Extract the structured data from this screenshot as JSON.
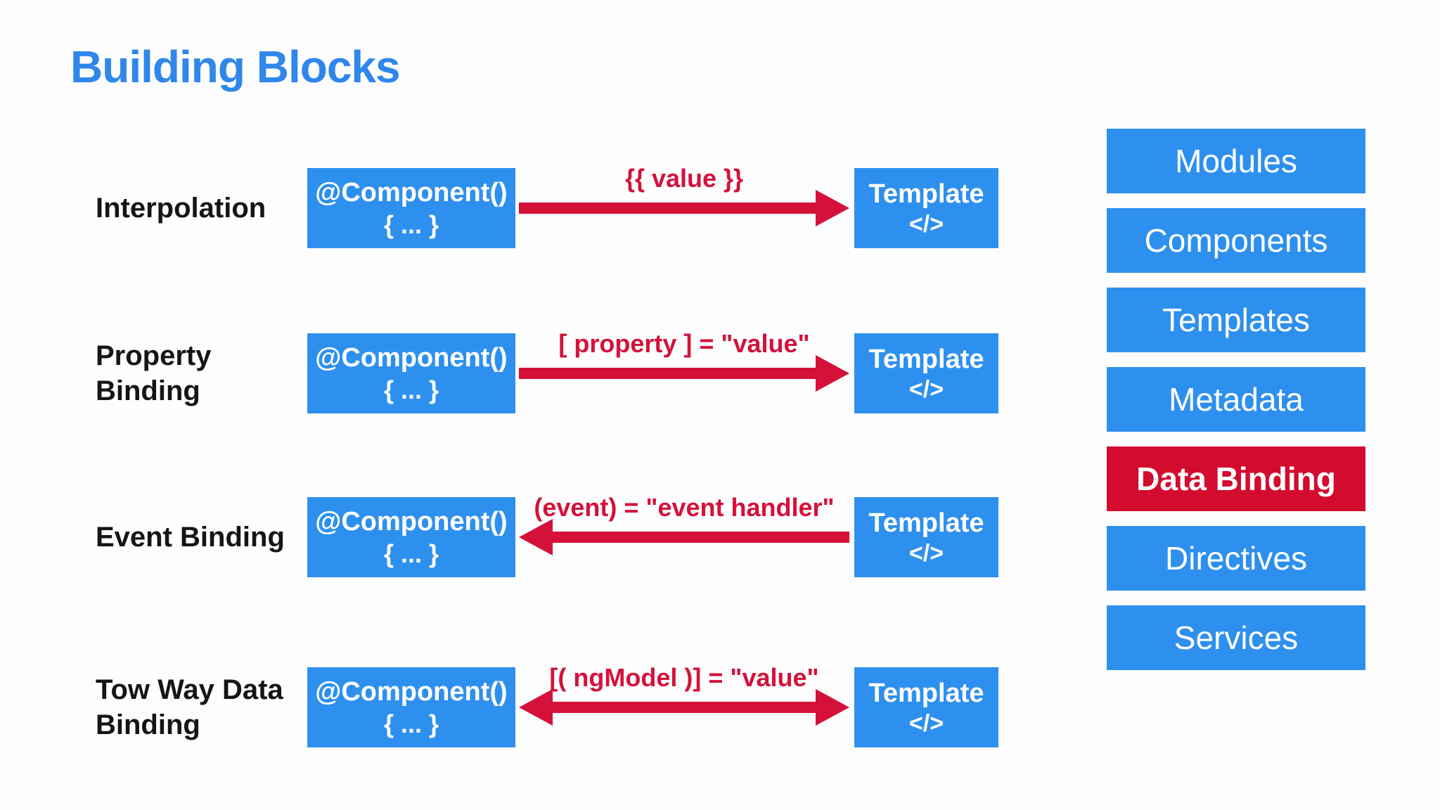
{
  "page_title": "Building Blocks",
  "colors": {
    "box_blue": "#2E90EE",
    "title_blue": "#2F86EB",
    "accent_red": "#D5113A",
    "active_item_red": "#D30B2E",
    "label_black": "#151515",
    "background": "#FDFDFD"
  },
  "rows": [
    {
      "label": "Interpolation",
      "component_title": "@Component()",
      "component_body": "{ ... }",
      "arrow_label": "{{ value }}",
      "arrow_direction": "right",
      "template_title": "Template",
      "template_code": "</>"
    },
    {
      "label": "Property\nBinding",
      "component_title": "@Component()",
      "component_body": "{ ... }",
      "arrow_label": "[ property ] = \"value\"",
      "arrow_direction": "right",
      "template_title": "Template",
      "template_code": "</>"
    },
    {
      "label": "Event Binding",
      "component_title": "@Component()",
      "component_body": "{ ... }",
      "arrow_label": "(event) = \"event handler\"",
      "arrow_direction": "left",
      "template_title": "Template",
      "template_code": "</>"
    },
    {
      "label": "Tow Way Data\nBinding",
      "component_title": "@Component()",
      "component_body": "{ ... }",
      "arrow_label": "[( ngModel )] = \"value\"",
      "arrow_direction": "both",
      "template_title": "Template",
      "template_code": "</>"
    }
  ],
  "sidebar": {
    "items": [
      {
        "label": "Modules",
        "active": false
      },
      {
        "label": "Components",
        "active": false
      },
      {
        "label": "Templates",
        "active": false
      },
      {
        "label": "Metadata",
        "active": false
      },
      {
        "label": "Data Binding",
        "active": true
      },
      {
        "label": "Directives",
        "active": false
      },
      {
        "label": "Services",
        "active": false
      }
    ]
  }
}
